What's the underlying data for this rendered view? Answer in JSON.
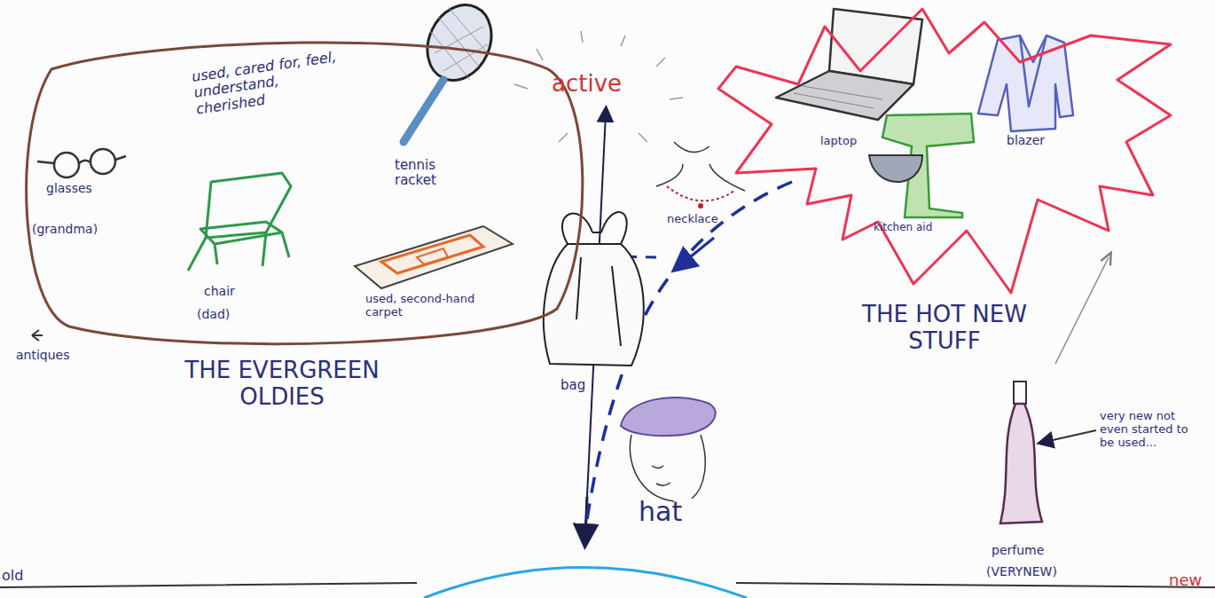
{
  "diagram": {
    "nodes": [
      {
        "text": [
          "THE EVERGREEN OLDIES",
          "used, cared for, feel, understand, cherished"
        ]
      },
      {
        "text": [
          "THE HOT NEW STUFF"
        ]
      }
    ],
    "labels": [
      "active",
      "glasses",
      "(grandma)",
      "chair",
      "(dad)",
      "tennis racket",
      "used, second-hand carpet",
      "antiques",
      "bag",
      "necklace",
      "hat",
      "laptop",
      "kitchen aid",
      "blazer",
      "very new not even started to be used...",
      "perfume",
      "(VERYNEW)",
      "new",
      "old"
    ]
  }
}
